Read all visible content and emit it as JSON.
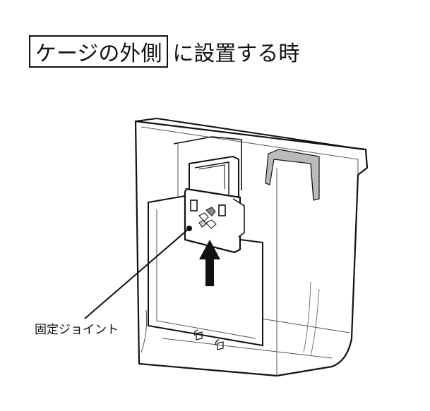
{
  "title": {
    "boxed_text": "ケージの外側",
    "rest_text": "に設置する時"
  },
  "callout": {
    "label": "固定ジョイント"
  },
  "icons": {
    "arrow": "up-arrow-icon",
    "unlock_marks": "unlock-symbol-icon"
  },
  "colors": {
    "line": "#111111",
    "thin_line": "#555555",
    "clip_gray": "#999999"
  }
}
